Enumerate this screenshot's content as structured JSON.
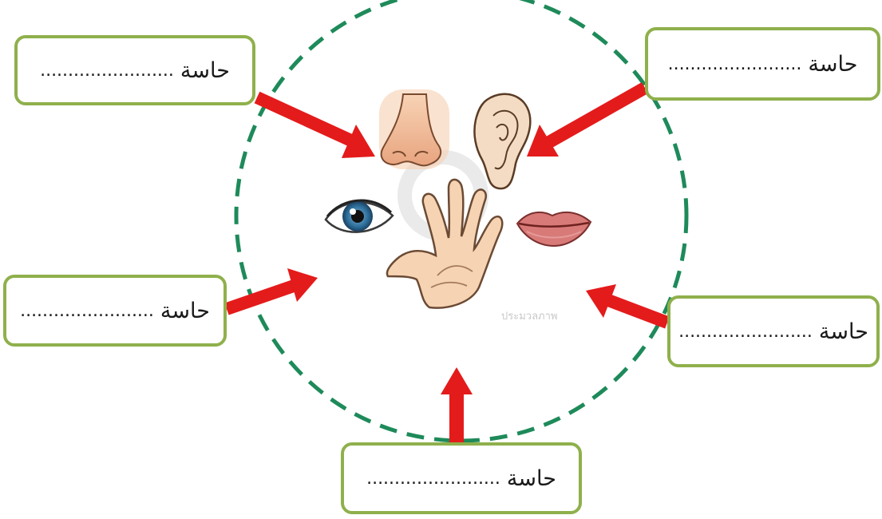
{
  "colors": {
    "circle": "#1e8a5a",
    "arrow": "#e41b1b",
    "box_border": "#8fb04c"
  },
  "labels": {
    "nose": {
      "word": "حاسة",
      "dots": "........................"
    },
    "ear": {
      "word": "حاسة",
      "dots": "........................"
    },
    "eye": {
      "word": "حاسة",
      "dots": "........................"
    },
    "tongue": {
      "word": "حاسة",
      "dots": "........................"
    },
    "skin": {
      "word": "حاسة",
      "dots": "........................"
    }
  },
  "watermark": "ประมวลภาพ"
}
